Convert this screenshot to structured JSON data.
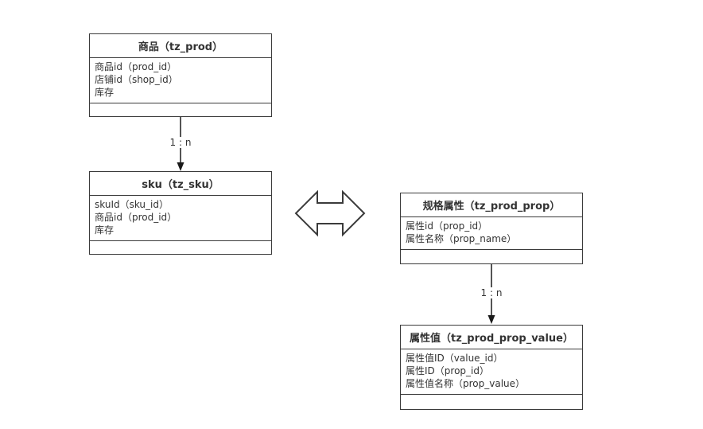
{
  "diagram": {
    "colors": {
      "border": "#3b3b3b",
      "text": "#333333",
      "background": "#ffffff",
      "arrow": "#1a1a1a"
    },
    "tables": [
      {
        "id": "prod",
        "title": "商品（tz_prod）",
        "fields": [
          "商品id（prod_id）",
          "店铺id（shop_id）",
          "库存"
        ]
      },
      {
        "id": "sku",
        "title": "sku（tz_sku）",
        "fields": [
          "skuId（sku_id）",
          "商品id（prod_id）",
          "库存"
        ]
      },
      {
        "id": "prod-prop",
        "title": "规格属性（tz_prod_prop）",
        "fields": [
          "属性id（prop_id）",
          "属性名称（prop_name）"
        ]
      },
      {
        "id": "prod-prop-value",
        "title": "属性值（tz_prod_prop_value）",
        "fields": [
          "属性值ID（value_id）",
          "属性ID（prop_id）",
          "属性值名称（prop_value）"
        ]
      }
    ],
    "relations": [
      {
        "id": "prod-to-sku",
        "label": "1 : n"
      },
      {
        "id": "prop-to-value",
        "label": "1 : n"
      }
    ]
  }
}
